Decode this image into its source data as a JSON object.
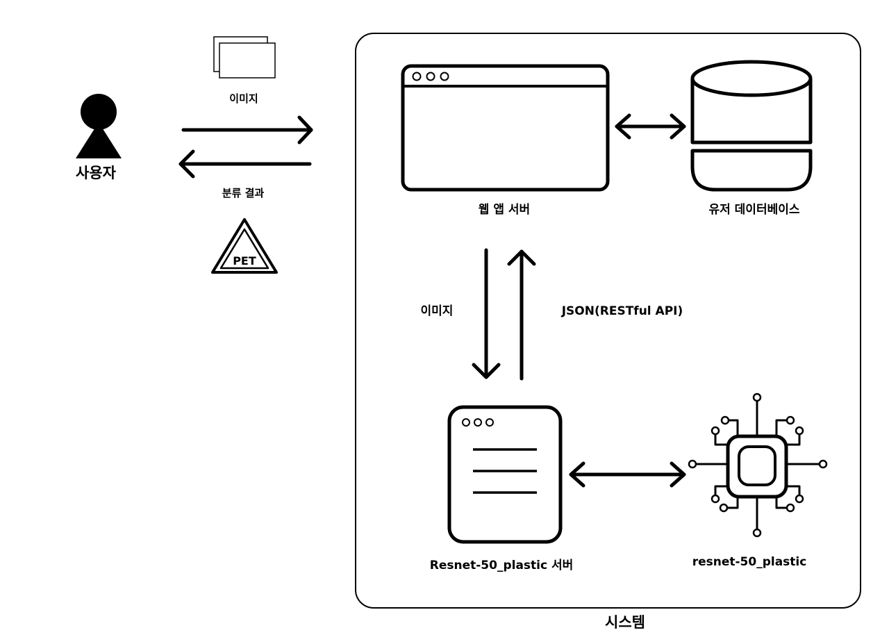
{
  "user": {
    "label": "사용자"
  },
  "flows": {
    "upload_label": "이미지",
    "result_label": "분류 결과",
    "model_request_label": "이미지",
    "model_response_label": "JSON(RESTful API)"
  },
  "badge": {
    "text": "PET"
  },
  "system": {
    "label": "시스템",
    "web_server_label": "웹 앱 서버",
    "database_label": "유저 데이터베이스",
    "model_server_label": "Resnet-50_plastic 서버",
    "model_label": "resnet-50_plastic"
  },
  "icons": [
    "person-icon",
    "images-icon",
    "pet-badge-icon",
    "browser-window-icon",
    "database-icon",
    "server-document-icon",
    "chip-icon"
  ]
}
